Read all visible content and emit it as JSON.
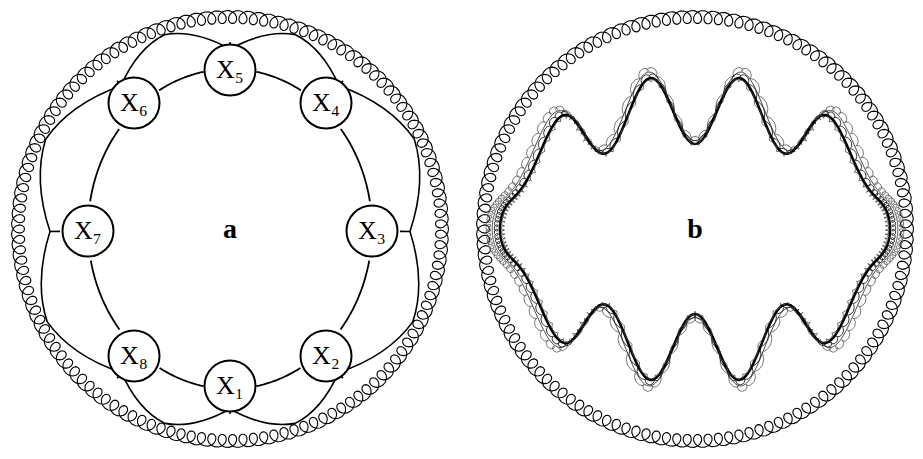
{
  "diagram": {
    "nodes": [
      {
        "text": [
          "X₁"
        ]
      },
      {
        "text": [
          "X₂"
        ]
      },
      {
        "text": [
          "X₃"
        ]
      },
      {
        "text": [
          "X₄"
        ]
      },
      {
        "text": [
          "X₅"
        ]
      },
      {
        "text": [
          "X₆"
        ]
      },
      {
        "text": [
          "X₇"
        ]
      },
      {
        "text": [
          "X₈"
        ]
      }
    ],
    "edges": [
      {
        "from": 0,
        "to": 1,
        "arrow": "none"
      },
      {
        "from": 1,
        "to": 2,
        "arrow": "none"
      },
      {
        "from": 2,
        "to": 3,
        "arrow": "none"
      },
      {
        "from": 3,
        "to": 4,
        "arrow": "none"
      },
      {
        "from": 4,
        "to": 5,
        "arrow": "none"
      },
      {
        "from": 5,
        "to": 6,
        "arrow": "none"
      },
      {
        "from": 6,
        "to": 7,
        "arrow": "none"
      },
      {
        "from": 7,
        "to": 0,
        "arrow": "none"
      }
    ],
    "labels": [
      "a",
      "b"
    ]
  }
}
